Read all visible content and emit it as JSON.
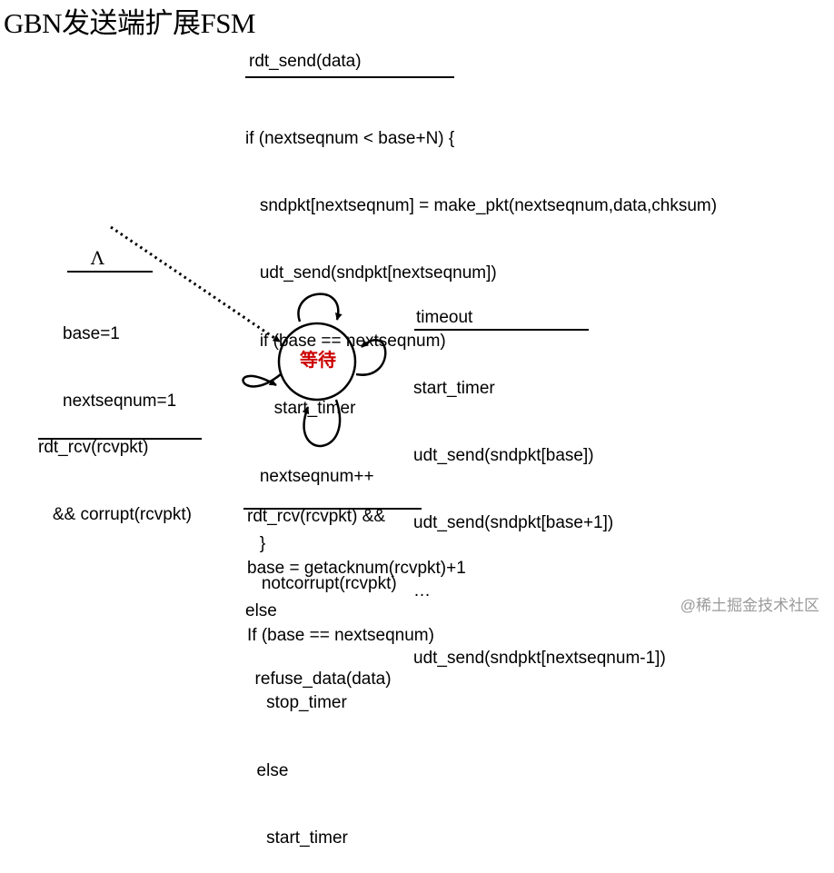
{
  "title": "GBN发送端扩展FSM",
  "state": {
    "label": "等待",
    "label_color": "#cc0000",
    "circle_color": "#000000"
  },
  "init": {
    "event": "Λ",
    "actions": [
      "base=1",
      "nextseqnum=1"
    ]
  },
  "send": {
    "event": "rdt_send(data)",
    "actions": [
      "if (nextseqnum < base+N) {",
      "   sndpkt[nextseqnum] = make_pkt(nextseqnum,data,chksum)",
      "   udt_send(sndpkt[nextseqnum])",
      "   if (base == nextseqnum)",
      "      start_timer",
      "   nextseqnum++",
      "   }",
      "else",
      "  refuse_data(data)"
    ]
  },
  "timeout": {
    "event": "timeout",
    "actions": [
      "start_timer",
      "udt_send(sndpkt[base])",
      "udt_send(sndpkt[base+1])",
      "…",
      "udt_send(sndpkt[nextseqnum-1])"
    ]
  },
  "corrupt": {
    "event": [
      "rdt_rcv(rcvpkt)",
      "   && corrupt(rcvpkt)"
    ]
  },
  "ack": {
    "event": [
      "rdt_rcv(rcvpkt) &&",
      "   notcorrupt(rcvpkt)"
    ],
    "actions": [
      "base = getacknum(rcvpkt)+1",
      "If (base == nextseqnum)",
      "    stop_timer",
      "  else",
      "    start_timer"
    ]
  },
  "watermark": "@稀土掘金技术社区"
}
